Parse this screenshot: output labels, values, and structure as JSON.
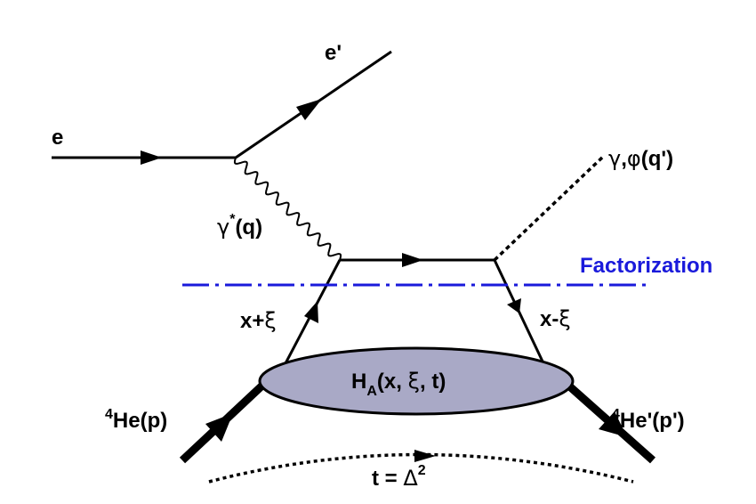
{
  "labels": {
    "e_in": "e",
    "e_out": "e'",
    "virtual_photon": {
      "symbol": "γ",
      "sup": "*",
      "arg": "(q)"
    },
    "final_state": {
      "gamma": "γ",
      "comma": ",",
      "phi": "φ",
      "arg": "(q')"
    },
    "factorization": "Factorization",
    "x_plus": {
      "x": "x+",
      "xi": "ξ"
    },
    "x_minus": {
      "x": "x-",
      "xi": "ξ"
    },
    "gpd": {
      "H": "H",
      "sub": "A",
      "open": "(x, ",
      "xi": "ξ",
      "close": ", t)"
    },
    "he_in": {
      "sup": "4",
      "text": "He(p)"
    },
    "he_out": {
      "sup": "4",
      "text": "He'(p')"
    },
    "t_transfer": {
      "text": "t = ",
      "delta": "Δ",
      "sup": "2"
    }
  },
  "colors": {
    "factorization": "#1a1adb",
    "blob_fill": "#a9a9c6",
    "line": "#000000"
  }
}
